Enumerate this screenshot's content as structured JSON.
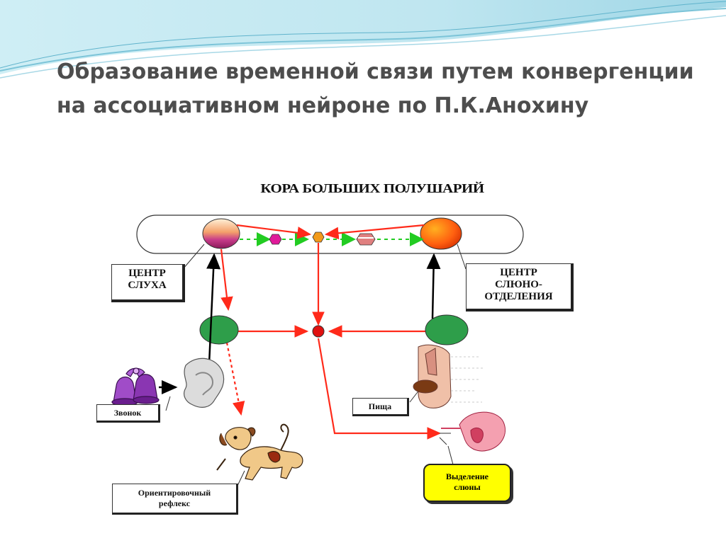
{
  "slide": {
    "title": "Образование временной связи путем конвергенции на ассоциативном нейроне по П.К.Анохину"
  },
  "diagram": {
    "cortex_title": "КОРА БОЛЬШИХ ПОЛУШАРИЙ",
    "hearing_center": {
      "line1": "ЦЕНТР",
      "line2": "СЛУХА"
    },
    "salivation_center": {
      "line1": "ЦЕНТР",
      "line2": "СЛЮНО-",
      "line3": "ОТДЕЛЕНИЯ"
    },
    "bell_label": "Звонок",
    "food_label": "Пища",
    "orienting_reflex": {
      "line1": "Ориентировочный",
      "line2": "рефлекс"
    },
    "salivation": {
      "line1": "Выделение",
      "line2": "слюны"
    }
  },
  "colors": {
    "arrow_red": "#ff2a1a",
    "dashed_green": "#22cc22",
    "neuron_green": "#2e9e4a",
    "title_gray": "#4d4d4d",
    "saliva_box": "#ffff00"
  }
}
